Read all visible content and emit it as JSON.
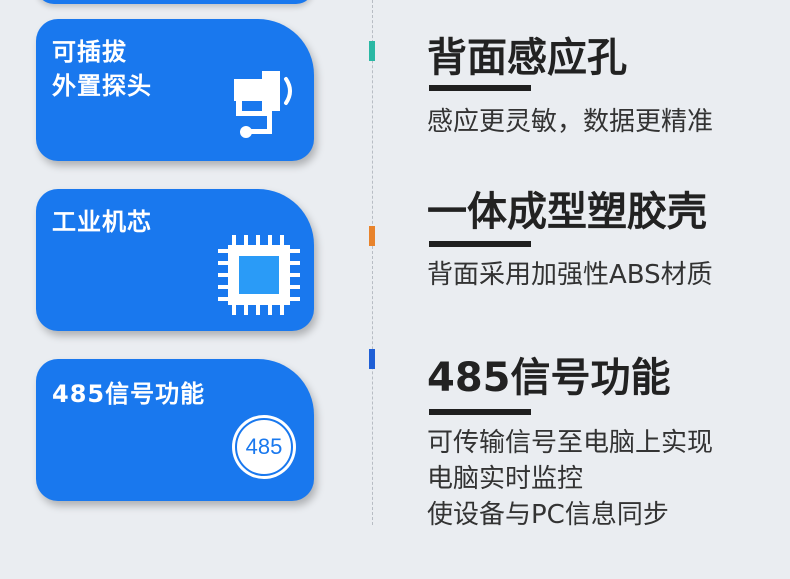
{
  "cards": [
    {
      "title_lines": [
        "可插拔",
        "外置探头"
      ],
      "icon": "probe-plug-icon"
    },
    {
      "title_lines": [
        "工业机芯"
      ],
      "icon": "chip-icon"
    },
    {
      "title_lines": [
        "485信号功能"
      ],
      "icon": "badge-485-icon",
      "badge_text": "485"
    }
  ],
  "features": [
    {
      "title": "背面感应孔",
      "desc_lines": [
        "感应更灵敏，数据更精准"
      ],
      "marker_color": "#2ab8a4"
    },
    {
      "title": "一体成型塑胶壳",
      "desc_lines": [
        "背面采用加强性ABS材质"
      ],
      "marker_color": "#e8832c"
    },
    {
      "title": "485信号功能",
      "desc_lines": [
        "可传输信号至电脑上实现",
        "电脑实时监控",
        "使设备与PC信息同步"
      ],
      "marker_color": "#1f5fd6"
    }
  ],
  "colors": {
    "card_blue": "#1978ee",
    "background": "#eaedf1"
  }
}
